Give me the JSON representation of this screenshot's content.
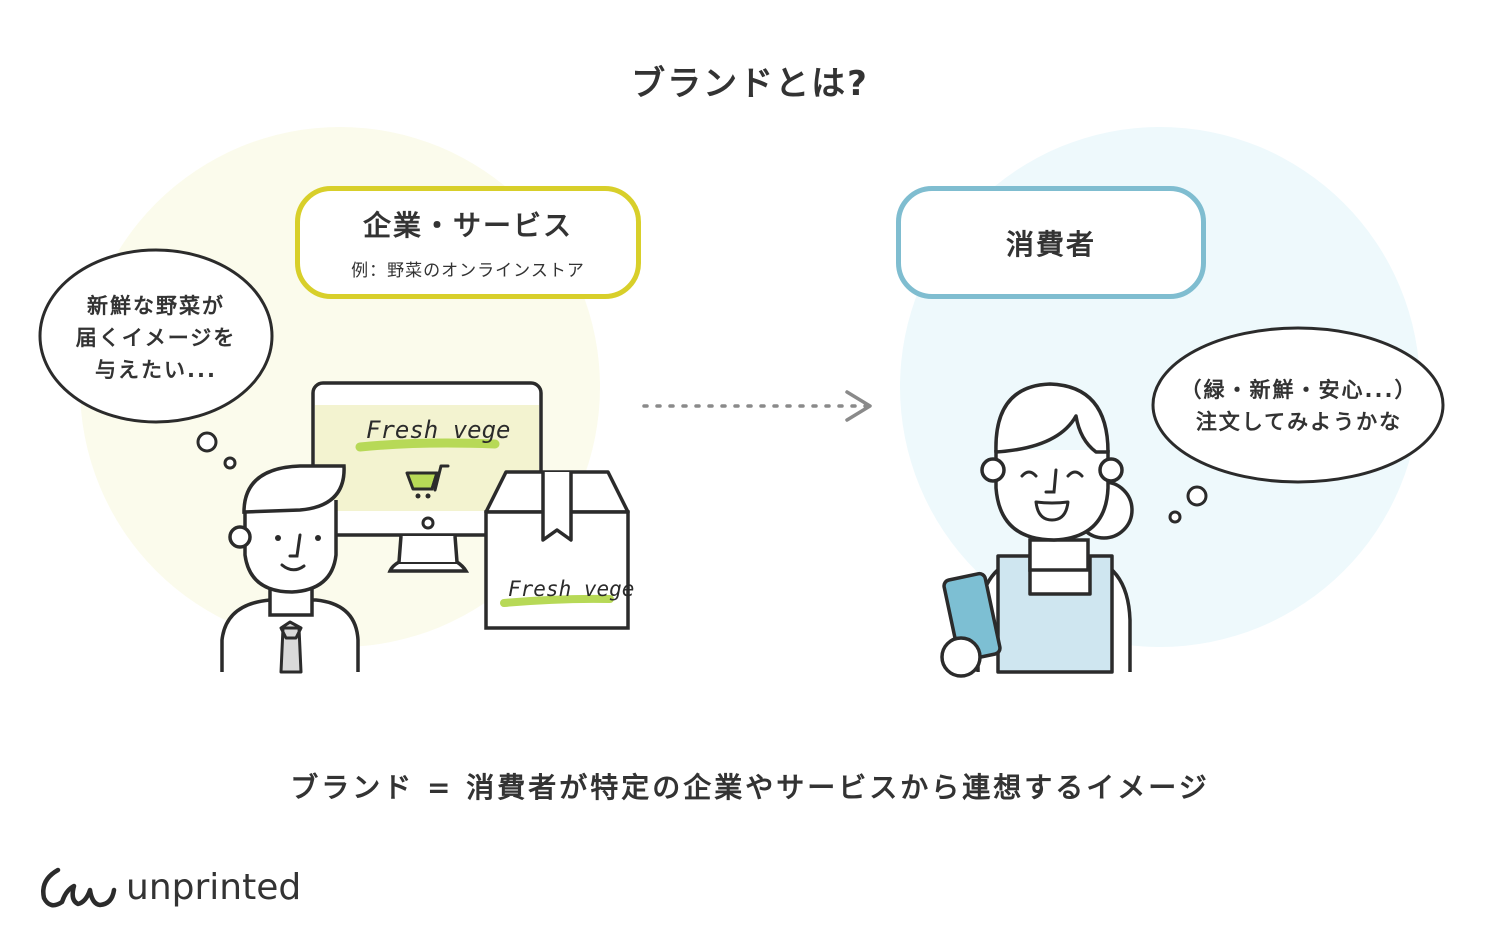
{
  "title": "ブランドとは?",
  "company_box": {
    "title": "企業・サービス",
    "subtitle": "例：野菜のオンラインストア"
  },
  "consumer_box": {
    "title": "消費者"
  },
  "company_thought": {
    "lines": [
      "新鮮な野菜が",
      "届くイメージを",
      "与えたい..."
    ]
  },
  "consumer_thought": {
    "lines": [
      "（緑・新鮮・安心...）",
      "注文してみようかな"
    ]
  },
  "brand_name_monitor": "Fresh vege",
  "brand_name_box": "Fresh vege",
  "formula": "ブランド = 消費者が特定の企業やサービスから連想するイメージ",
  "logo": {
    "wordmark": "unprinted"
  },
  "icons": {
    "arrow": "dotted-arrow-right-icon",
    "cart": "shopping-cart-icon"
  },
  "colors": {
    "company_accent": "#d8cf2a",
    "consumer_accent": "#7fbdd0",
    "left_bg": "#fbfbec",
    "right_bg": "#eef9fc",
    "highlight_green": "#b7d957",
    "apron_blue": "#cfe6f0",
    "phone_blue": "#7dbfd3"
  }
}
